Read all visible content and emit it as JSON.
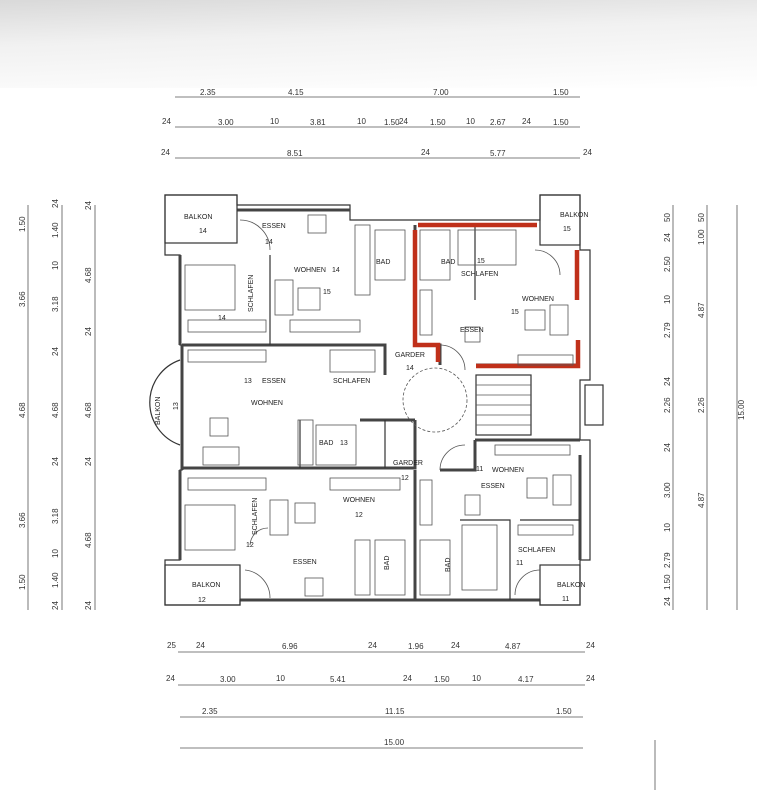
{
  "title": "Grundriss Obergeschoss",
  "dimensions": {
    "top_row1": [
      "2.35",
      "4.15",
      "7.00",
      "1.50"
    ],
    "top_row2": [
      "24",
      "3.00",
      "10",
      "3.81",
      "10",
      "1.50",
      "24",
      "1.50",
      "10",
      "2.67",
      "24",
      "1.50"
    ],
    "top_row3": [
      "24",
      "8.51",
      "24",
      "5.77",
      "24"
    ],
    "bottom_row1": [
      "25",
      "24",
      "6.96",
      "24",
      "1.96",
      "24",
      "4.87",
      "24"
    ],
    "bottom_row2": [
      "24",
      "3.00",
      "10",
      "5.41",
      "24",
      "1.50",
      "10",
      "4.17",
      "24"
    ],
    "bottom_row3": [
      "2.35",
      "11.15",
      "1.50"
    ],
    "bottom_row4": [
      "15.00"
    ],
    "left_col1": [
      "1.50",
      "3.66",
      "4.68",
      "3.66",
      "1.50"
    ],
    "left_col2": [
      "24",
      "1.40",
      "10",
      "3.18",
      "24",
      "4.68",
      "24",
      "3.18",
      "10",
      "1.40",
      "24"
    ],
    "left_col3": [
      "24",
      "4.68",
      "24",
      "4.68",
      "24",
      "4.68",
      "24"
    ],
    "right_col1": [
      "50",
      "24",
      "2.50",
      "10",
      "2.79",
      "24",
      "2.26",
      "24",
      "3.00",
      "10",
      "2.79",
      "1.50",
      "24"
    ],
    "right_col2": [
      "50",
      "1.00",
      "4.87",
      "2.26",
      "4.87"
    ],
    "right_col3": [
      "15.00"
    ]
  },
  "rooms": {
    "balkon": "BALKON",
    "essen": "ESSEN",
    "wohnen": "WOHNEN",
    "schlafen": "SCHLAFEN",
    "bad": "BAD",
    "garder": "GARDER",
    "n11": "11",
    "n12": "12",
    "n13": "13",
    "n14": "14",
    "n15": "15"
  },
  "highlight_color": "#c0301a"
}
